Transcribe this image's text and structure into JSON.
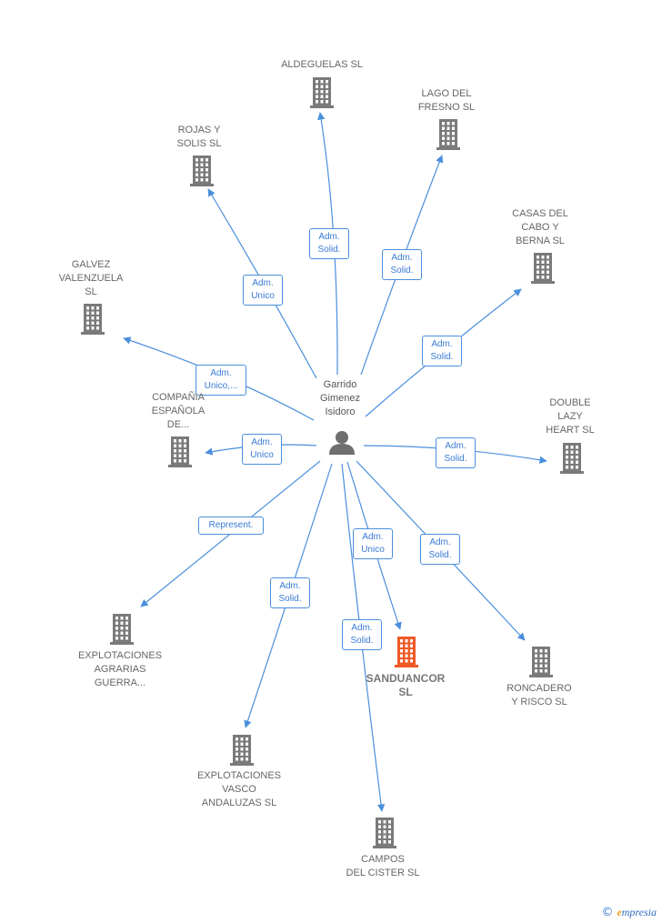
{
  "diagram": {
    "person": {
      "name": "Garrido\nGimenez\nIsidoro"
    },
    "companies": [
      {
        "id": "aldeguelas",
        "name": "ALDEGUELAS SL",
        "role": "Adm.\nSolid.",
        "highlight": false
      },
      {
        "id": "lago",
        "name": "LAGO DEL\nFRESNO SL",
        "role": "Adm.\nSolid.",
        "highlight": false
      },
      {
        "id": "rojas",
        "name": "ROJAS Y\nSOLIS  SL",
        "role": "Adm.\nUnico",
        "highlight": false
      },
      {
        "id": "casas",
        "name": "CASAS DEL\nCABO Y\nBERNA SL",
        "role": "Adm.\nSolid.",
        "highlight": false
      },
      {
        "id": "galvez",
        "name": "GALVEZ\nVALENZUELA\nSL",
        "role": "Adm.\nUnico,...",
        "highlight": false
      },
      {
        "id": "compania",
        "name": "COMPAÑIA\nESPAÑOLA\nDE...",
        "role": "Adm.\nUnico",
        "highlight": false
      },
      {
        "id": "double",
        "name": "DOUBLE\nLAZY\nHEART SL",
        "role": "Adm.\nSolid.",
        "highlight": false
      },
      {
        "id": "agrarias",
        "name": "EXPLOTACIONES\nAGRARIAS\nGUERRA...",
        "role": "Represent.",
        "highlight": false
      },
      {
        "id": "sanduancor",
        "name": "SANDUANCOR\nSL",
        "role": "Adm.\nUnico",
        "highlight": true
      },
      {
        "id": "roncadero",
        "name": "RONCADERO\nY RISCO SL",
        "role": "Adm.\nSolid.",
        "highlight": false
      },
      {
        "id": "vasco",
        "name": "EXPLOTACIONES\nVASCO\nANDALUZAS SL",
        "role": "Adm.\nSolid.",
        "highlight": false
      },
      {
        "id": "campos",
        "name": "CAMPOS\nDEL CISTER SL",
        "role": "Adm.\nSolid.",
        "highlight": false
      }
    ]
  },
  "footer": {
    "copyright": "©",
    "brand_e": "e",
    "brand_rest": "mpresia"
  },
  "colors": {
    "edge": "#4a8fdc",
    "building": "#7a7a7a",
    "building_highlight": "#f05a28",
    "person": "#6f6f6f"
  },
  "icons": {
    "company": "building-icon",
    "person": "person-icon"
  }
}
